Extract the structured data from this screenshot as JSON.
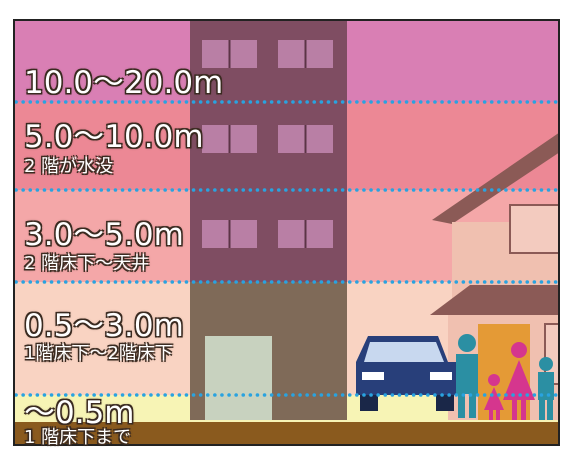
{
  "colors": {
    "outer_frame": "#ffffff",
    "frame_line": "#222222",
    "ground": "#8a5a1e",
    "flood_line": "#29a3e0",
    "band_top": "#d97fb4",
    "band_pink": "#ec8895",
    "band_salmon": "#f4a7a8",
    "band_peach": "#f9d3c2",
    "band_yellow": "#f7f4b5",
    "building": "#7f4d62",
    "window": "#b97fa5",
    "window_bar": "#5c3446",
    "house_wall": "#f0c0b0",
    "house_roof": "#8b5a56",
    "door": "#e49a36",
    "car": "#283f7a",
    "car_window": "#c8d8ef",
    "person_teal": "#2b8fa3",
    "person_magenta": "#d5368e"
  },
  "icons": [
    "apartment-building-icon",
    "house-icon",
    "car-icon",
    "family-icon"
  ],
  "levels": [
    {
      "range": "10.0〜20.0m",
      "description": ""
    },
    {
      "range": "5.0〜10.0m",
      "description": "2 階が水没"
    },
    {
      "range": "3.0〜5.0m",
      "description": "2 階床下〜天井"
    },
    {
      "range": "0.5〜3.0m",
      "description": "1階床下〜2階床下"
    },
    {
      "range": "〜0.5m",
      "description": "1 階床下まで"
    }
  ]
}
